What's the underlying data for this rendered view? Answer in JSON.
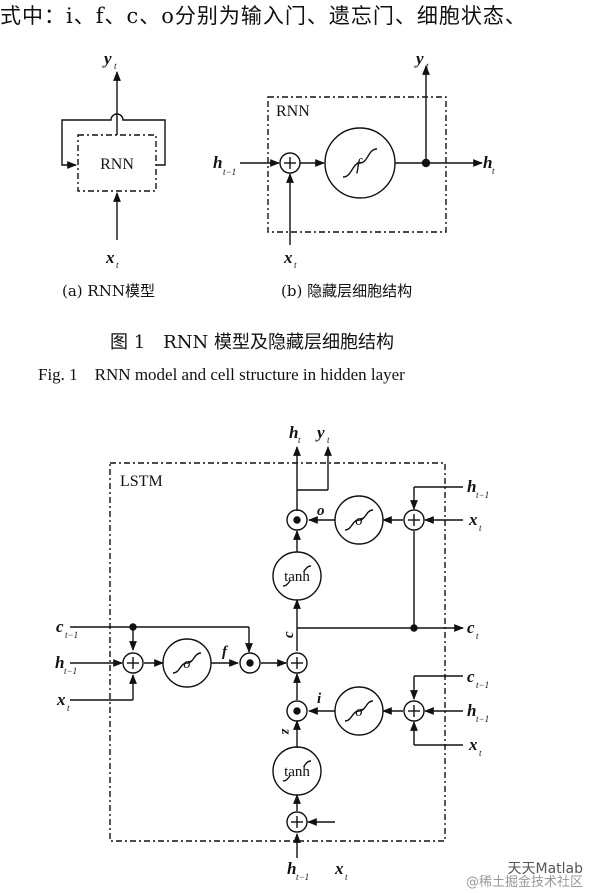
{
  "intro_text": "式中：i、f、c、o分别为输入门、遗忘门、细胞状态、",
  "figure1": {
    "rnn_box_label": "RNN",
    "cell_box_label": "RNN",
    "func_symbol": "f",
    "caption_a": "(a) RNN模型",
    "caption_b": "(b) 隐藏层细胞结构",
    "caption_cn": "图 1　RNN 模型及隐藏层细胞结构",
    "caption_en": "Fig. 1　RNN model and cell structure in hidden layer"
  },
  "figure2": {
    "box_label": "LSTM",
    "tanh_label": "tanh",
    "sigma_symbol": "σ",
    "gate_o": "o",
    "gate_f": "f",
    "gate_i": "i",
    "gate_c": "c",
    "gate_z": "z"
  },
  "symbols": {
    "h": "h",
    "x": "x",
    "y": "y",
    "c": "c",
    "sub_t": "t",
    "sub_t_minus_1": "t−1"
  },
  "watermark": {
    "brand": "天天Matlab",
    "source": "@稀土掘金技术社区"
  }
}
